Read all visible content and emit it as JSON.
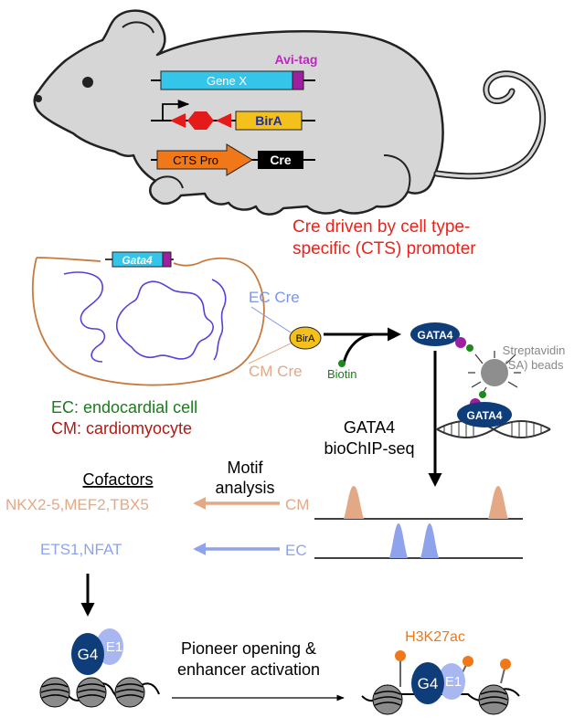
{
  "mouse": {
    "gene_x_label": "Gene X",
    "avi_tag_label": "Avi-tag",
    "bira_label": "BirA",
    "cts_pro_label": "CTS Pro",
    "cre_label": "Cre",
    "caption_line1": "Cre driven by cell type-",
    "caption_line2": "specific (CTS) promoter"
  },
  "heart": {
    "gata4_gene_label": "Gata4",
    "ec_cre_label": "EC Cre",
    "cm_cre_label": "CM Cre",
    "bira_label": "BirA",
    "biotin_label": "Biotin",
    "gata4_protein_label": "GATA4",
    "legend_ec": "EC: endocardial cell",
    "legend_cm": "CM: cardiomyocyte"
  },
  "chip": {
    "streptavidin_line1": "Streptavidin",
    "streptavidin_line2": "(SA) beads",
    "method_line1": "GATA4",
    "method_line2": "bioChIP-seq",
    "gata4_bound_label": "GATA4"
  },
  "motif": {
    "cofactors_heading": "Cofactors",
    "motif_line1": "Motif",
    "motif_line2": "analysis",
    "cm_cofactors": "NKX2-5,MEF2,TBX5",
    "cm_label": "CM",
    "ec_cofactors": "ETS1,NFAT",
    "ec_label": "EC"
  },
  "pioneer": {
    "g4_label": "G4",
    "e1_label": "E1",
    "process_line1": "Pioneer opening &",
    "process_line2": "enhancer activation",
    "mark_label": "H3K27ac",
    "g4_label_right": "G4",
    "e1_label_right": "E1"
  },
  "colors": {
    "red_caption": "#e8241c",
    "ec_blue": "#7d95e8",
    "cm_tan": "#e3a987",
    "green": "#1d7a1d",
    "dark_red": "#b01a14",
    "navy": "#0f3d7a",
    "magenta": "#a01ea0",
    "cyan": "#36c5ea",
    "orange": "#f07818",
    "bira_yellow": "#f3c01c"
  }
}
